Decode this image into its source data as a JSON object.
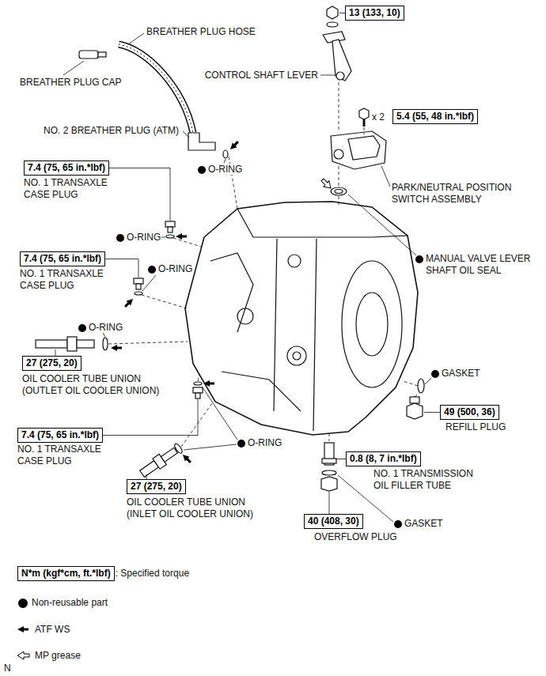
{
  "diagram": {
    "nodes": [
      {
        "text": [
          "13 (133, 10)"
        ]
      },
      {
        "text": [
          "5.4 (55, 48 in.*lbf)"
        ]
      },
      {
        "text": [
          "7.4 (75, 65 in.*lbf)"
        ]
      },
      {
        "text": [
          "7.4 (75, 65 in.*lbf)"
        ]
      },
      {
        "text": [
          "27 (275, 20)"
        ]
      },
      {
        "text": [
          "49 (500, 36)"
        ]
      },
      {
        "text": [
          "7.4 (75, 65 in.*lbf)"
        ]
      },
      {
        "text": [
          "0.8 (8, 7 in.*lbf)"
        ]
      },
      {
        "text": [
          "27 (275, 20)"
        ]
      },
      {
        "text": [
          "40 (408, 30)"
        ]
      },
      {
        "text": [
          "N*m (kgf*cm, ft.*lbf)"
        ]
      }
    ],
    "labels": [
      "BREATHER PLUG HOSE",
      "BREATHER PLUG CAP",
      "CONTROL SHAFT LEVER",
      "NO. 2 BREATHER PLUG (ATM)",
      "O-RING",
      "x 2",
      "NO. 1 TRANSAXLE CASE PLUG",
      "PARK/NEUTRAL POSITION SWITCH ASSEMBLY",
      "O-RING",
      "MANUAL VALVE LEVER SHAFT OIL SEAL",
      "NO. 1 TRANSAXLE CASE PLUG",
      "O-RING",
      "O-RING",
      "OIL COOLER TUBE UNION (OUTLET OIL COOLER UNION)",
      "GASKET",
      "REFILL PLUG",
      "NO. 1 TRANSAXLE CASE PLUG",
      "O-RING",
      "NO. 1 TRANSMISSION OIL FILLER TUBE",
      "OIL COOLER TUBE UNION (INLET OIL COOLER UNION)",
      "GASKET",
      "OVERFLOW PLUG",
      "N"
    ],
    "legend": [
      {
        "text": ": Specified torque"
      },
      {
        "text": "Non-reusable part"
      },
      {
        "text": "ATF WS"
      },
      {
        "text": "MP grease"
      }
    ]
  }
}
